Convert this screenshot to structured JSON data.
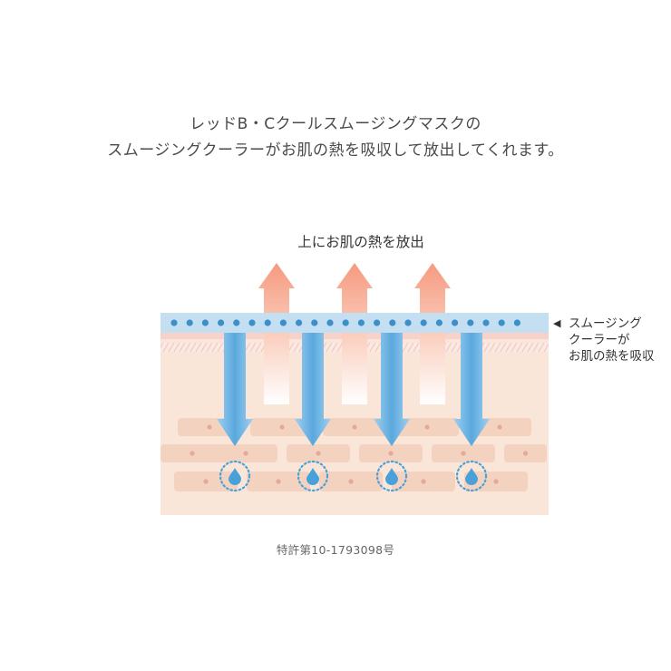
{
  "heading": {
    "line1": "レッドB・Cクールスムージングマスクの",
    "line2": "スムージングクーラーがお肌の熱を吸収して放出してくれます。"
  },
  "diagram": {
    "top_caption": "上にお肌の熱を放出",
    "side_label_lines": [
      "スムージング",
      "クーラーが",
      "お肌の熱を吸収"
    ],
    "arrow_marker": "◀",
    "colors": {
      "cooler_layer": "#c4def2",
      "cooler_dots": "#3d8fc9",
      "heat_arrow": "#f7a78c",
      "cool_arrow": "#6fb3e3",
      "skin": "#f9e6d8",
      "skin_cells": "#f3d3bf",
      "water_drop": "#4aa0d8",
      "pink_band": "#f8d5cf"
    }
  },
  "footer": {
    "patent": "特許第10-1793098号"
  }
}
